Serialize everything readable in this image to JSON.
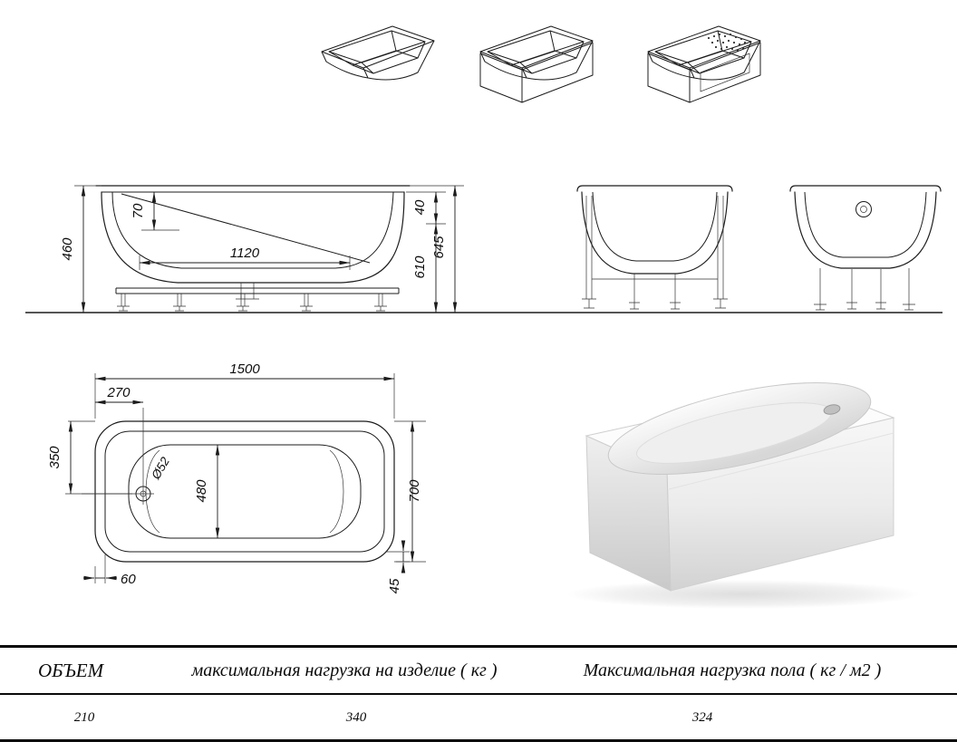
{
  "side_view": {
    "dims": {
      "overall_height": "460",
      "rim_depth": "70",
      "bottom_length": "1120",
      "rim_gap": "40",
      "underside_height": "610",
      "total_height": "645"
    }
  },
  "plan_view": {
    "dims": {
      "length": "1500",
      "drain_from_end": "270",
      "drain_from_side": "350",
      "drain_diameter": "Ø52",
      "bottom_width": "480",
      "width": "700",
      "edge_offset": "60",
      "corner_offset": "45"
    }
  },
  "spec_table": {
    "headers": {
      "volume": "ОБЪЕМ",
      "max_load_product": "максимальная нагрузка на изделие ( кг )",
      "max_load_floor": "Максимальная нагрузка пола ( кг / м2 )"
    },
    "values": {
      "volume": "210",
      "max_load_product": "340",
      "max_load_floor": "324"
    }
  }
}
